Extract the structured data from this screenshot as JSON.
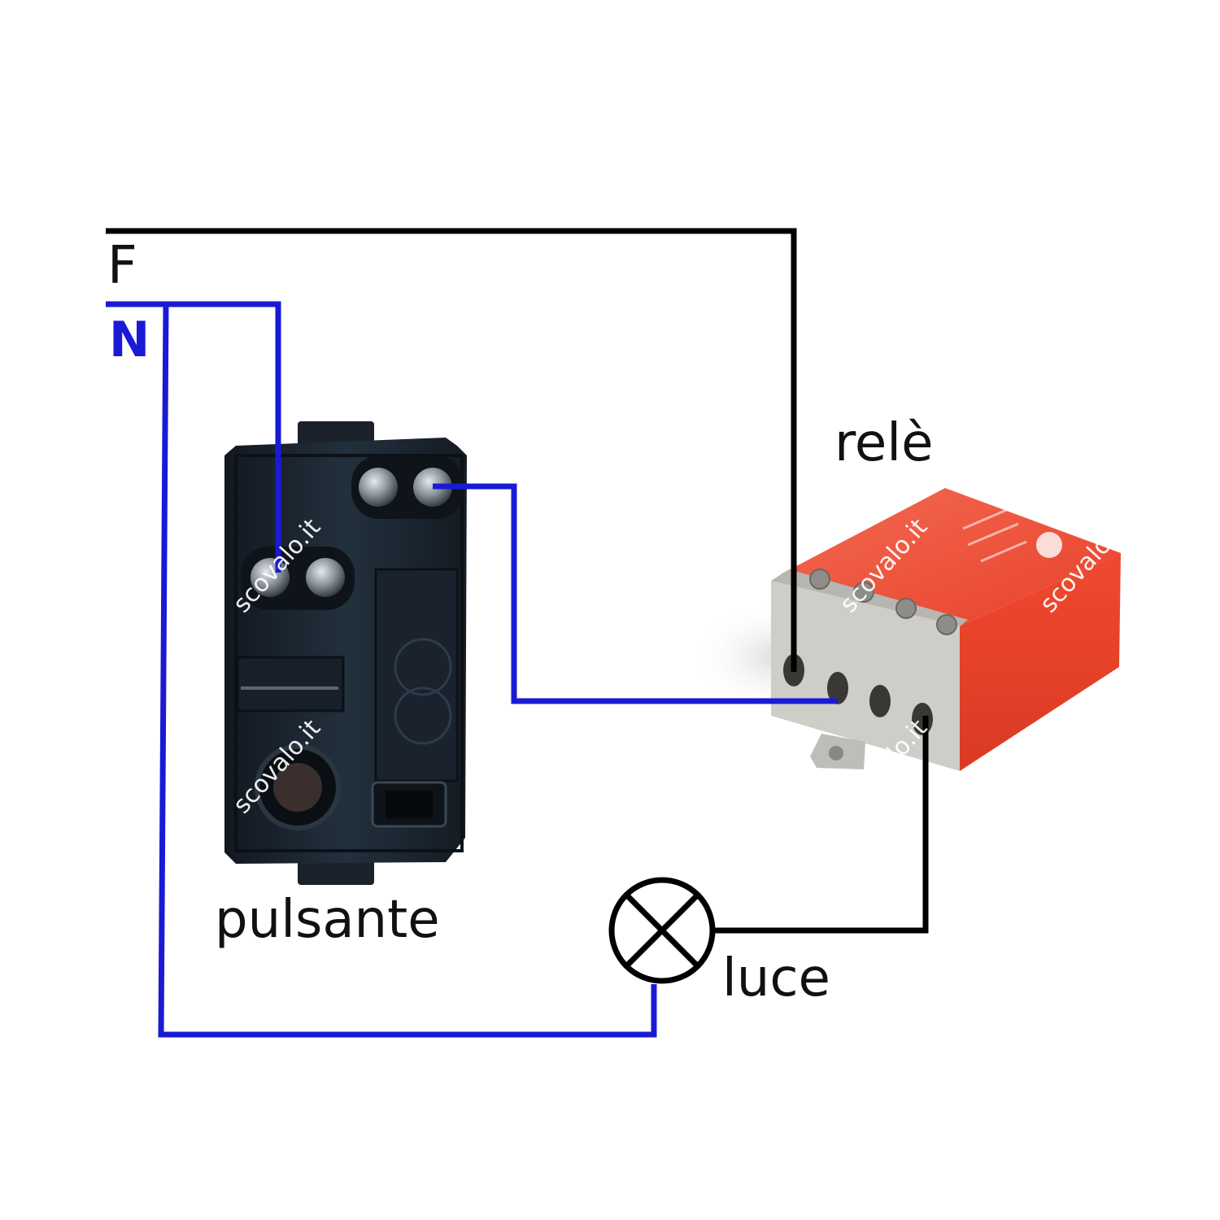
{
  "labels": {
    "phase": "F",
    "neutral": "N",
    "relay": "relè",
    "button": "pulsante",
    "light": "luce"
  },
  "watermark": "scovalo.it",
  "colors": {
    "phase_wire": "#000000",
    "neutral_wire": "#1a1ad6",
    "button_body": "#1c2530",
    "relay_body": "#f04a30",
    "relay_terminal_block": "#c9c7c2",
    "lamp_symbol": "#000000"
  },
  "icons": {
    "lamp": "lamp-symbol-icon",
    "button": "push-button-module-icon",
    "relay": "relay-module-icon"
  }
}
